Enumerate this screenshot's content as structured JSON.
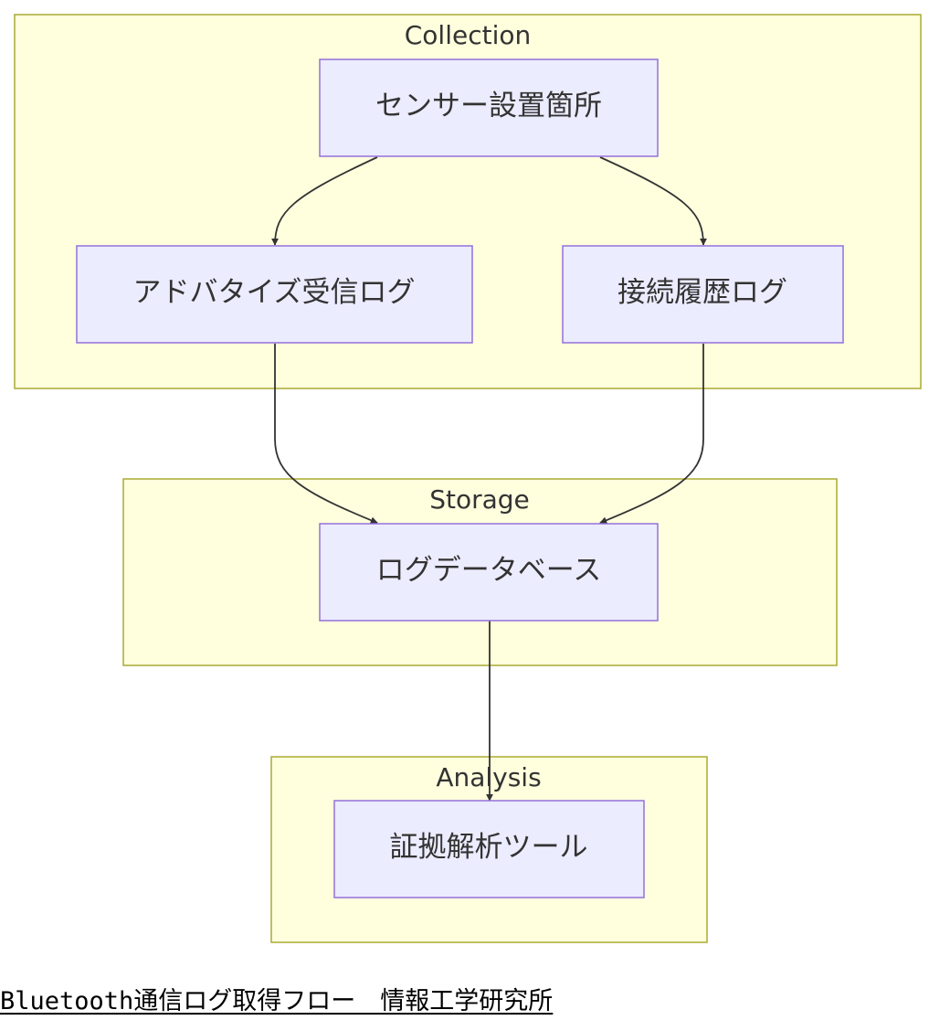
{
  "diagram": {
    "clusters": {
      "collection": "Collection",
      "storage": "Storage",
      "analysis": "Analysis"
    },
    "nodes": {
      "sensor": "センサー設置箇所",
      "advertise_log": "アドバタイズ受信ログ",
      "connection_log": "接続履歴ログ",
      "log_database": "ログデータベース",
      "forensic_tool": "証拠解析ツール"
    },
    "edges": [
      {
        "from": "sensor",
        "to": "advertise_log"
      },
      {
        "from": "sensor",
        "to": "connection_log"
      },
      {
        "from": "advertise_log",
        "to": "log_database"
      },
      {
        "from": "connection_log",
        "to": "log_database"
      },
      {
        "from": "log_database",
        "to": "forensic_tool"
      }
    ],
    "colors": {
      "cluster_fill": "#ffffde",
      "cluster_stroke": "#aaaa33",
      "node_fill": "#ececff",
      "node_stroke": "#9370db",
      "edge": "#333333",
      "text": "#333333"
    }
  },
  "caption": "Bluetooth通信ログ取得フロー　情報工学研究所"
}
